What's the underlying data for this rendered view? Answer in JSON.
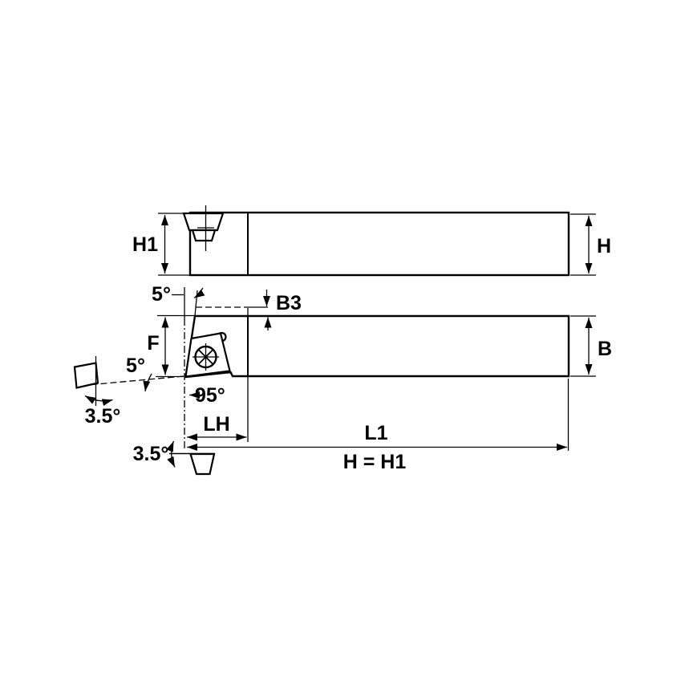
{
  "drawing": {
    "description": "Engineering dimension drawing of a 95-degree screw-clamp turning tool holder, side view (top) and plan view (bottom) with detached insert detail views",
    "colors": {
      "background": "#ffffff",
      "outline": "#000000",
      "body_fill": "#d4d4d4"
    },
    "labels": {
      "side_view": {
        "height_left": "H1",
        "height_right": "H"
      },
      "plan_view": {
        "tip_offset": "B3",
        "head_width": "F",
        "shank_width": "B",
        "lead_angle_top": "5°",
        "end_clearance_angle": "5°",
        "cutting_edge_angle": "95°",
        "inclination_side": "3.5°",
        "inclination_front": "3.5°",
        "head_length": "LH",
        "overall_length": "L1"
      },
      "note": "H = H1"
    }
  }
}
